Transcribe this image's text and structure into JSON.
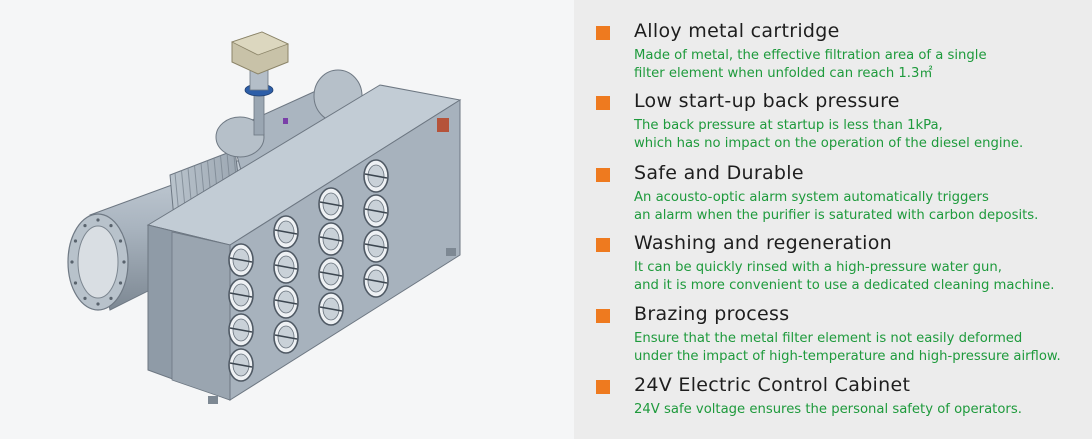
{
  "colors": {
    "bullet": "#ee7a1f",
    "title": "#1e1e1e",
    "description": "#1e9a3c",
    "right_panel": "#ececec",
    "left_panel": "#f5f6f7",
    "body_metal": "#a7b2bd"
  },
  "illustration": {
    "name": "diesel-particulate-purifier-3d-model",
    "icon": "filter-housing-with-actuator",
    "cartridge_rows": [
      4,
      4,
      4,
      4
    ],
    "cartridge_columns": 4
  },
  "features": [
    {
      "title": "Alloy metal cartridge",
      "description": [
        "Made of metal, the effective filtration area of a single",
        "filter element when unfolded can reach 1.3㎡"
      ]
    },
    {
      "title": "Low start-up back pressure",
      "description": [
        "The back pressure at startup is less than 1kPa,",
        "which has no impact on the operation of the diesel engine."
      ]
    },
    {
      "title": "Safe and Durable",
      "description": [
        "An acousto-optic alarm system automatically triggers",
        "an alarm when the purifier is saturated with carbon deposits."
      ]
    },
    {
      "title": "Washing and regeneration",
      "description": [
        "It can be quickly rinsed with a high-pressure water gun,",
        "and it is more convenient to use a dedicated cleaning machine."
      ]
    },
    {
      "title": "Brazing process",
      "description": [
        "Ensure that the metal filter element is not easily deformed",
        "under the impact of high-temperature and high-pressure airflow."
      ]
    },
    {
      "title": "24V Electric Control Cabinet",
      "description": [
        "24V safe voltage ensures the personal safety of operators."
      ]
    }
  ]
}
